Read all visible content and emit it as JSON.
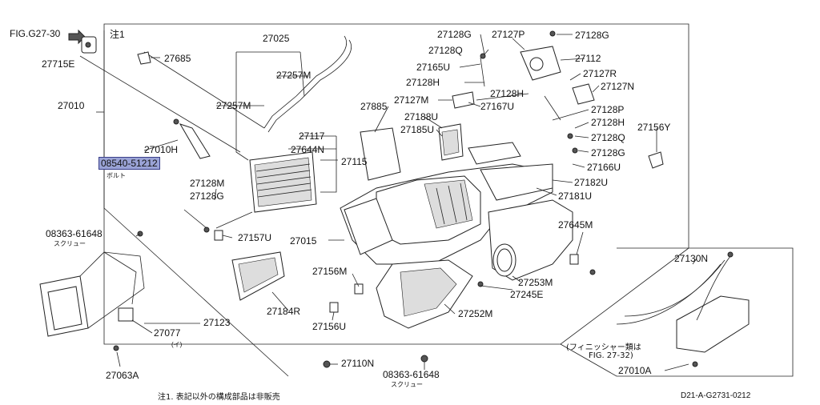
{
  "figure_ref": "FIG.G27-30",
  "note_marker": "注1",
  "footnote": "注1. 表記以外の構成部品は非販売",
  "diagram_code": "D21-A-G2731-0212",
  "finisher_note": {
    "line1": "(フィニッシャー類は",
    "line2": "FIG. 27-32)"
  },
  "part_labels": {
    "p27715E": "27715E",
    "p27685": "27685",
    "p27025": "27025",
    "p27257M_a": "27257M",
    "p27257M_b": "27257M",
    "p27010": "27010",
    "p27010H": "27010H",
    "p08540": "08540-51212",
    "bolt": "ボルト",
    "p27117": "27117",
    "p27644N": "27644N",
    "p27115": "27115",
    "p27128M": "27128M",
    "p27128G_left": "27128G",
    "p27157U": "27157U",
    "p08363_top": "08363-61648",
    "screw_top": "スクリュー",
    "p27015": "27015",
    "p27156M": "27156M",
    "p27184R": "27184R",
    "p27156U_low": "27156U",
    "p27123": "27123",
    "p27077": "27077",
    "p27077_sub": "(イ)",
    "p27063A": "27063A",
    "p27110N": "27110N",
    "p08363_bot": "08363-61648",
    "screw_bot": "スクリュー",
    "p27252M": "27252M",
    "p27245E": "27245E",
    "p27253M": "27253M",
    "p27645M": "27645M",
    "p27885": "27885",
    "p27188U": "27188U",
    "p27185U": "27185U",
    "p27127M": "27127M",
    "p27167U": "27167U",
    "p27128H_a": "27128H",
    "p27128H_b": "27128H",
    "p27128H_c": "27128H",
    "p27165U": "27165U",
    "p27128Q_a": "27128Q",
    "p27128Q_b": "27128Q",
    "p27128G_top": "27128G",
    "p27127P": "27127P",
    "p27128G_tr": "27128G",
    "p27112": "27112",
    "p27127R": "27127R",
    "p27127N": "27127N",
    "p27128P": "27128P",
    "p27128G_r": "27128G",
    "p27166U": "27166U",
    "p27182U": "27182U",
    "p27181U": "27181U",
    "p27156Y": "27156Y",
    "p27130N": "27130N",
    "p27010A": "27010A"
  }
}
